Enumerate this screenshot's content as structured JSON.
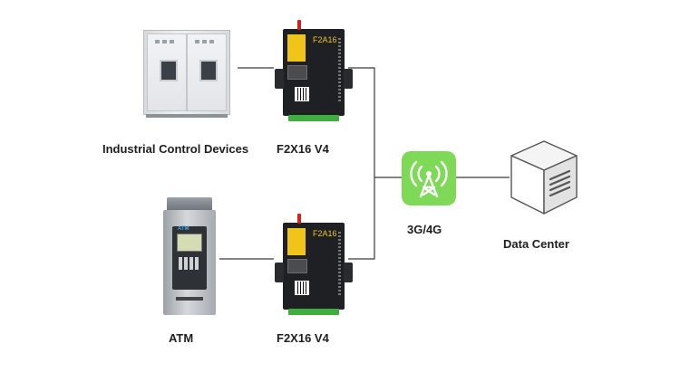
{
  "diagram": {
    "devices": {
      "control": {
        "label": "Industrial Control Devices",
        "icon": "control-cabinet-icon"
      },
      "atm": {
        "label": "ATM",
        "icon": "atm-machine-icon",
        "sign_text": "ATM"
      },
      "modem_top": {
        "label": "F2X16 V4",
        "model_text": "F2A16",
        "icon": "router-modem-icon"
      },
      "modem_bottom": {
        "label": "F2X16 V4",
        "model_text": "F2A16",
        "icon": "router-modem-icon"
      },
      "network": {
        "label": "3G/4G",
        "icon": "cell-tower-icon",
        "color": "#7ed957"
      },
      "datacenter": {
        "label": "Data Center",
        "icon": "server-icon"
      }
    },
    "colors": {
      "wire": "#3a3a3a",
      "modem_accent": "#f0c419",
      "terminal": "#3fae3f",
      "antenna": "#d42020"
    }
  }
}
